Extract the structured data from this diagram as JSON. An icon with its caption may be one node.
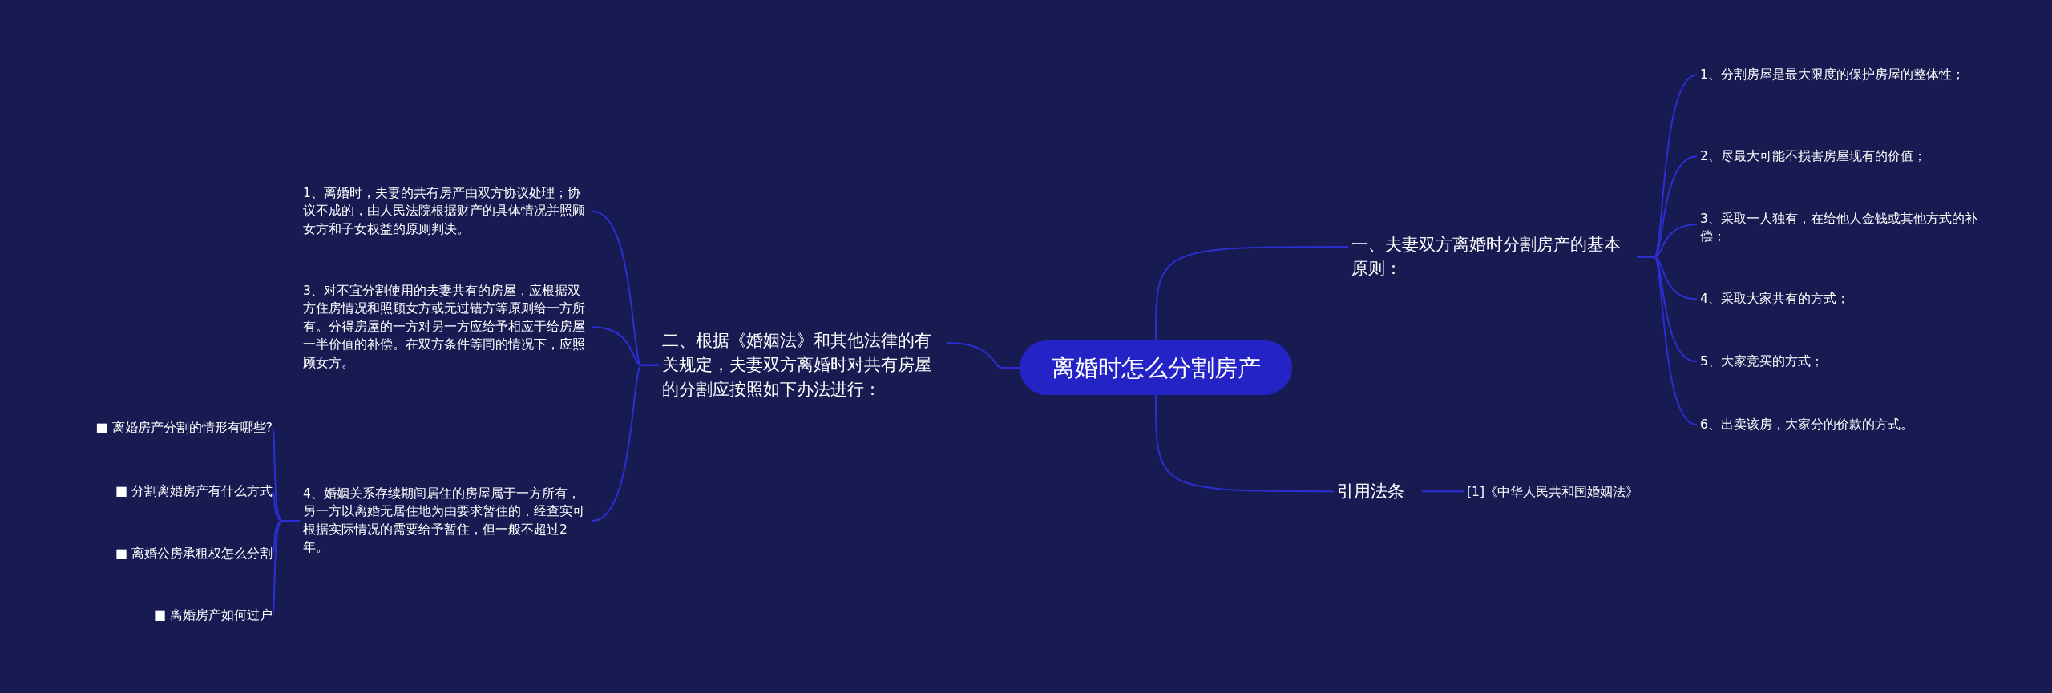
{
  "diagram": {
    "nodes": [
      {
        "text": [
          "离婚时怎么分割房产"
        ]
      },
      {
        "text": [
          "二、根据《婚姻法》和其他法律的有关规定，夫妻双方离婚时对共有房屋的分割应按照如下办法进行："
        ]
      },
      {
        "text": [
          "1、离婚时，夫妻的共有房产由双方协议处理；协议不成的，由人民法院根据财产的具体情况并照顾女方和子女权益的原则判决。"
        ]
      },
      {
        "text": [
          "3、对不宜分割使用的夫妻共有的房屋，应根据双方住房情况和照顾女方或无过错方等原则给一方所有。分得房屋的一方对另一方应给予相应于给房屋一半价值的补偿。在双方条件等同的情况下，应照顾女方。"
        ]
      },
      {
        "text": [
          "4、婚姻关系存续期间居住的房屋属于一方所有，另一方以离婚无居住地为由要求暂住的，经查实可根据实际情况的需要给予暂住，但一般不超过2年。"
        ]
      },
      {
        "text": [
          "■ 离婚房产分割的情形有哪些?"
        ]
      },
      {
        "text": [
          "■ 分割离婚房产有什么方式"
        ]
      },
      {
        "text": [
          "■ 离婚公房承租权怎么分割"
        ]
      },
      {
        "text": [
          "■ 离婚房产如何过户"
        ]
      },
      {
        "text": [
          "一、夫妻双方离婚时分割房产的基本原则："
        ]
      },
      {
        "text": [
          "1、分割房屋是最大限度的保护房屋的整体性；"
        ]
      },
      {
        "text": [
          "2、尽最大可能不损害房屋现有的价值；"
        ]
      },
      {
        "text": [
          "3、采取一人独有，在给他人金钱或其他方式的补偿；"
        ]
      },
      {
        "text": [
          "4、采取大家共有的方式；"
        ]
      },
      {
        "text": [
          "5、大家竞买的方式；"
        ]
      },
      {
        "text": [
          "6、出卖该房，大家分的价款的方式。"
        ]
      },
      {
        "text": [
          "引用法条"
        ]
      },
      {
        "text": [
          "[1]《中华人民共和国婚姻法》"
        ]
      }
    ],
    "edges": [
      {
        "from": 0,
        "to": 1,
        "arrow": "none"
      },
      {
        "from": 0,
        "to": 9,
        "arrow": "none"
      },
      {
        "from": 0,
        "to": 16,
        "arrow": "none"
      },
      {
        "from": 1,
        "to": 2,
        "arrow": "none"
      },
      {
        "from": 1,
        "to": 3,
        "arrow": "none"
      },
      {
        "from": 1,
        "to": 4,
        "arrow": "none"
      },
      {
        "from": 4,
        "to": 5,
        "arrow": "none"
      },
      {
        "from": 4,
        "to": 6,
        "arrow": "none"
      },
      {
        "from": 4,
        "to": 7,
        "arrow": "none"
      },
      {
        "from": 4,
        "to": 8,
        "arrow": "none"
      },
      {
        "from": 9,
        "to": 10,
        "arrow": "none"
      },
      {
        "from": 9,
        "to": 11,
        "arrow": "none"
      },
      {
        "from": 9,
        "to": 12,
        "arrow": "none"
      },
      {
        "from": 9,
        "to": 13,
        "arrow": "none"
      },
      {
        "from": 9,
        "to": 14,
        "arrow": "none"
      },
      {
        "from": 9,
        "to": 15,
        "arrow": "none"
      },
      {
        "from": 16,
        "to": 17,
        "arrow": "none"
      }
    ]
  }
}
